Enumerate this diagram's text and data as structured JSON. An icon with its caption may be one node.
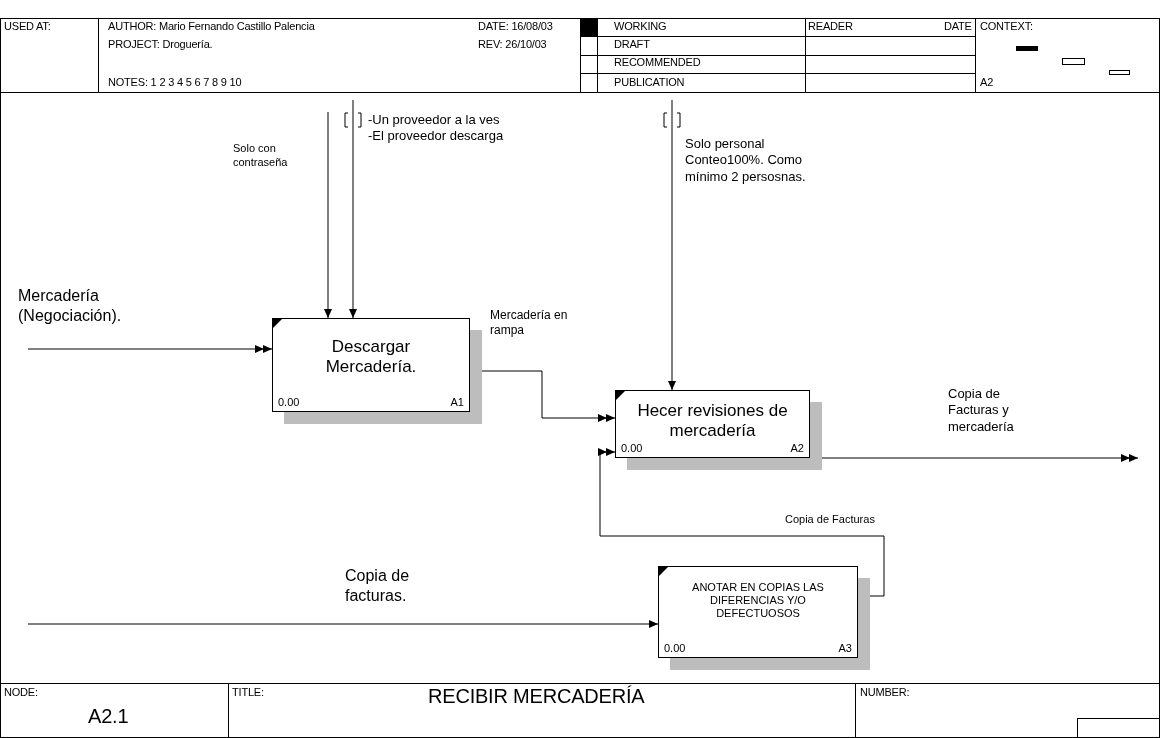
{
  "diagram": {
    "nodes": [
      {
        "text": [
          "Descargar Mercadería.",
          "0.00",
          "A1"
        ]
      },
      {
        "text": [
          "Hecer revisiones de mercadería",
          "0.00",
          "A2"
        ]
      },
      {
        "text": [
          "ANOTAR EN COPIAS LAS DIFERENCIAS Y/O DEFECTUOSOS",
          "0.00",
          "A3"
        ]
      }
    ],
    "edges": [
      {
        "from": null,
        "to": 0,
        "arrow": "to",
        "label": "Mercadería (Negociación)."
      },
      {
        "from": null,
        "to": 0,
        "arrow": "to",
        "label": "Solo con contraseña"
      },
      {
        "from": null,
        "to": 0,
        "arrow": "to",
        "label": "-Un proveedor a la ves -El proveedor descarga"
      },
      {
        "from": 0,
        "to": 1,
        "arrow": "to",
        "label": "Mercadería en rampa"
      },
      {
        "from": null,
        "to": 1,
        "arrow": "to",
        "label": "Solo personal Conteo100%. Como mínimo 2 persosnas."
      },
      {
        "from": 1,
        "to": null,
        "arrow": "to",
        "label": "Copia de Facturas y mercadería"
      },
      {
        "from": 2,
        "to": 1,
        "arrow": "to",
        "label": "Copia de Facturas"
      },
      {
        "from": null,
        "to": 2,
        "arrow": "to",
        "label": "Copia de facturas."
      }
    ],
    "labels": [
      "USED AT:",
      "AUTHOR: Mario Fernando Castillo Palencia",
      "DATE: 16/08/03",
      "WORKING",
      "READER",
      "DATE",
      "CONTEXT:",
      "PROJECT: Droguería.",
      "REV: 26/10/03",
      "DRAFT",
      "RECOMMENDED",
      "NOTES: 1 2 3 4 5 6 7 8 9 10",
      "PUBLICATION",
      "A2",
      "NODE:",
      "TITLE:",
      "RECIBIR MERCADERÍA",
      "NUMBER:",
      "A2.1"
    ]
  }
}
